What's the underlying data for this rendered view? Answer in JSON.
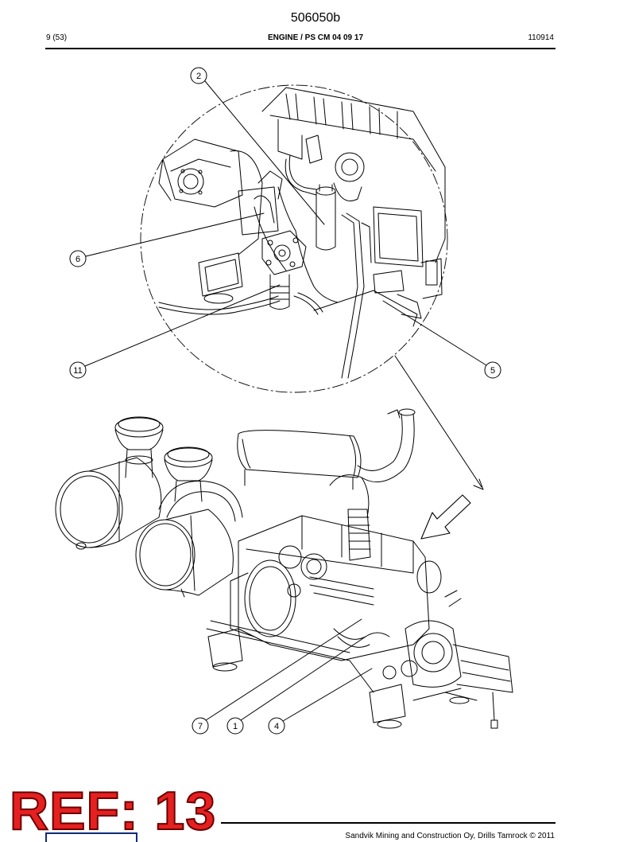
{
  "header": {
    "doc_code": "506050b",
    "page": "9 (53)",
    "section": "ENGINE / PS CM 04 09 17",
    "date_code": "110914"
  },
  "callouts": {
    "c2": "2",
    "c6": "6",
    "c11": "11",
    "c5": "5",
    "c7": "7",
    "c1": "1",
    "c4": "4"
  },
  "stamp": {
    "text": "REF: 13",
    "color": "#e52020"
  },
  "footer": {
    "copyright": "Sandvik Mining and Construction Oy, Drills Tamrock © 2011"
  },
  "colors": {
    "line": "#000000",
    "logo_blue": "#0e2a7a"
  }
}
